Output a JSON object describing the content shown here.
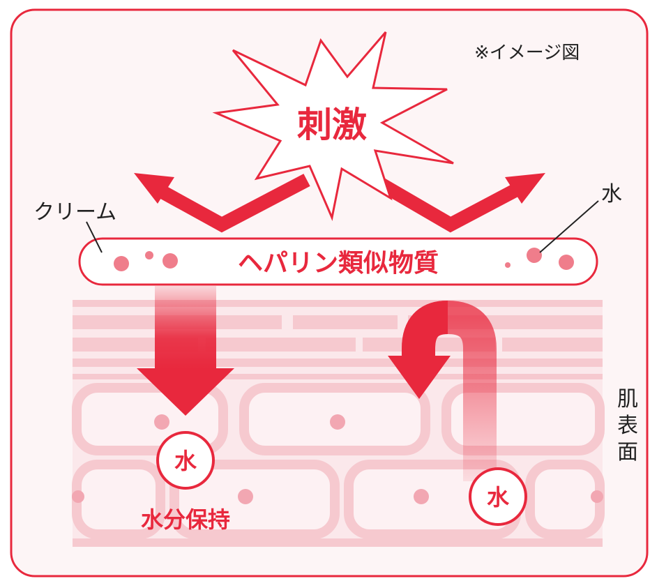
{
  "note": "※イメージ図",
  "stimulus_label": "刺激",
  "cream_label": "クリーム",
  "water_label": "水",
  "heparin_label": "ヘパリン類似物質",
  "skin_surface_label": [
    "肌",
    "表",
    "面"
  ],
  "water_circle_left": "水",
  "water_circle_right": "水",
  "moisture_retention_label": "水分保持",
  "colors": {
    "accent": "#e8283d",
    "frame": "#e8283d",
    "skin_brick": "#f6c9cf",
    "skin_cell": "#fbe3e6",
    "dot": "#ef7d8b",
    "background": "#fdf5f6"
  }
}
